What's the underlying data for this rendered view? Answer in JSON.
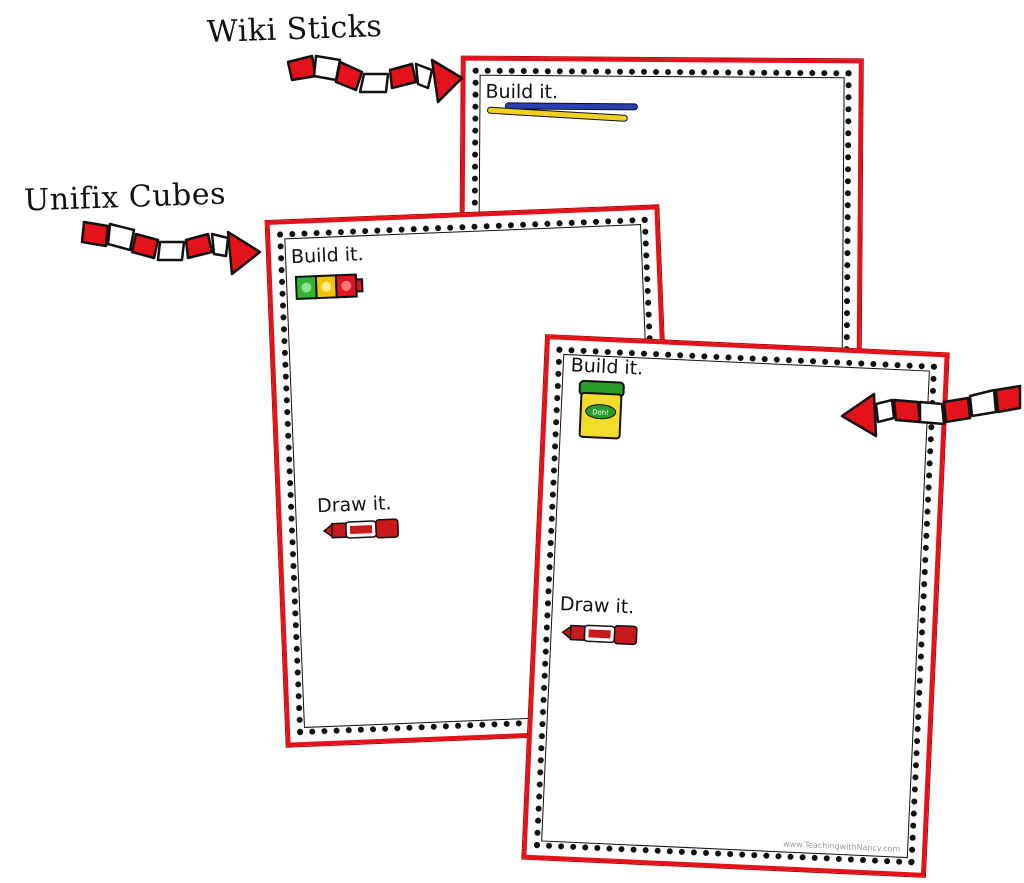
{
  "callouts": {
    "wiki_sticks": "Wiki Sticks",
    "unifix_cubes": "Unifix Cubes"
  },
  "sheets": {
    "back": {
      "build_label": "Build it."
    },
    "middle": {
      "build_label": "Build it.",
      "draw_label": "Draw it."
    },
    "front": {
      "build_label": "Build it.",
      "draw_label": "Draw it.",
      "watermark": "www.TeachingwithNancy.com"
    }
  },
  "dough_label": "Doh!",
  "colors": {
    "border_red": "#e4121b",
    "cube_green": "#2fb52f",
    "cube_yellow": "#f2c400",
    "cube_red": "#e0151f",
    "stick_blue": "#2a3fb0",
    "stick_yellow": "#f0d020",
    "marker_red": "#c81a1a",
    "dough_green": "#2a9a2a",
    "dough_yellow": "#f4dc2a"
  },
  "icons": [
    "wavy-arrow-icon",
    "unifix-cubes-icon",
    "wiki-sticks-icon",
    "play-dough-icon",
    "marker-icon"
  ]
}
